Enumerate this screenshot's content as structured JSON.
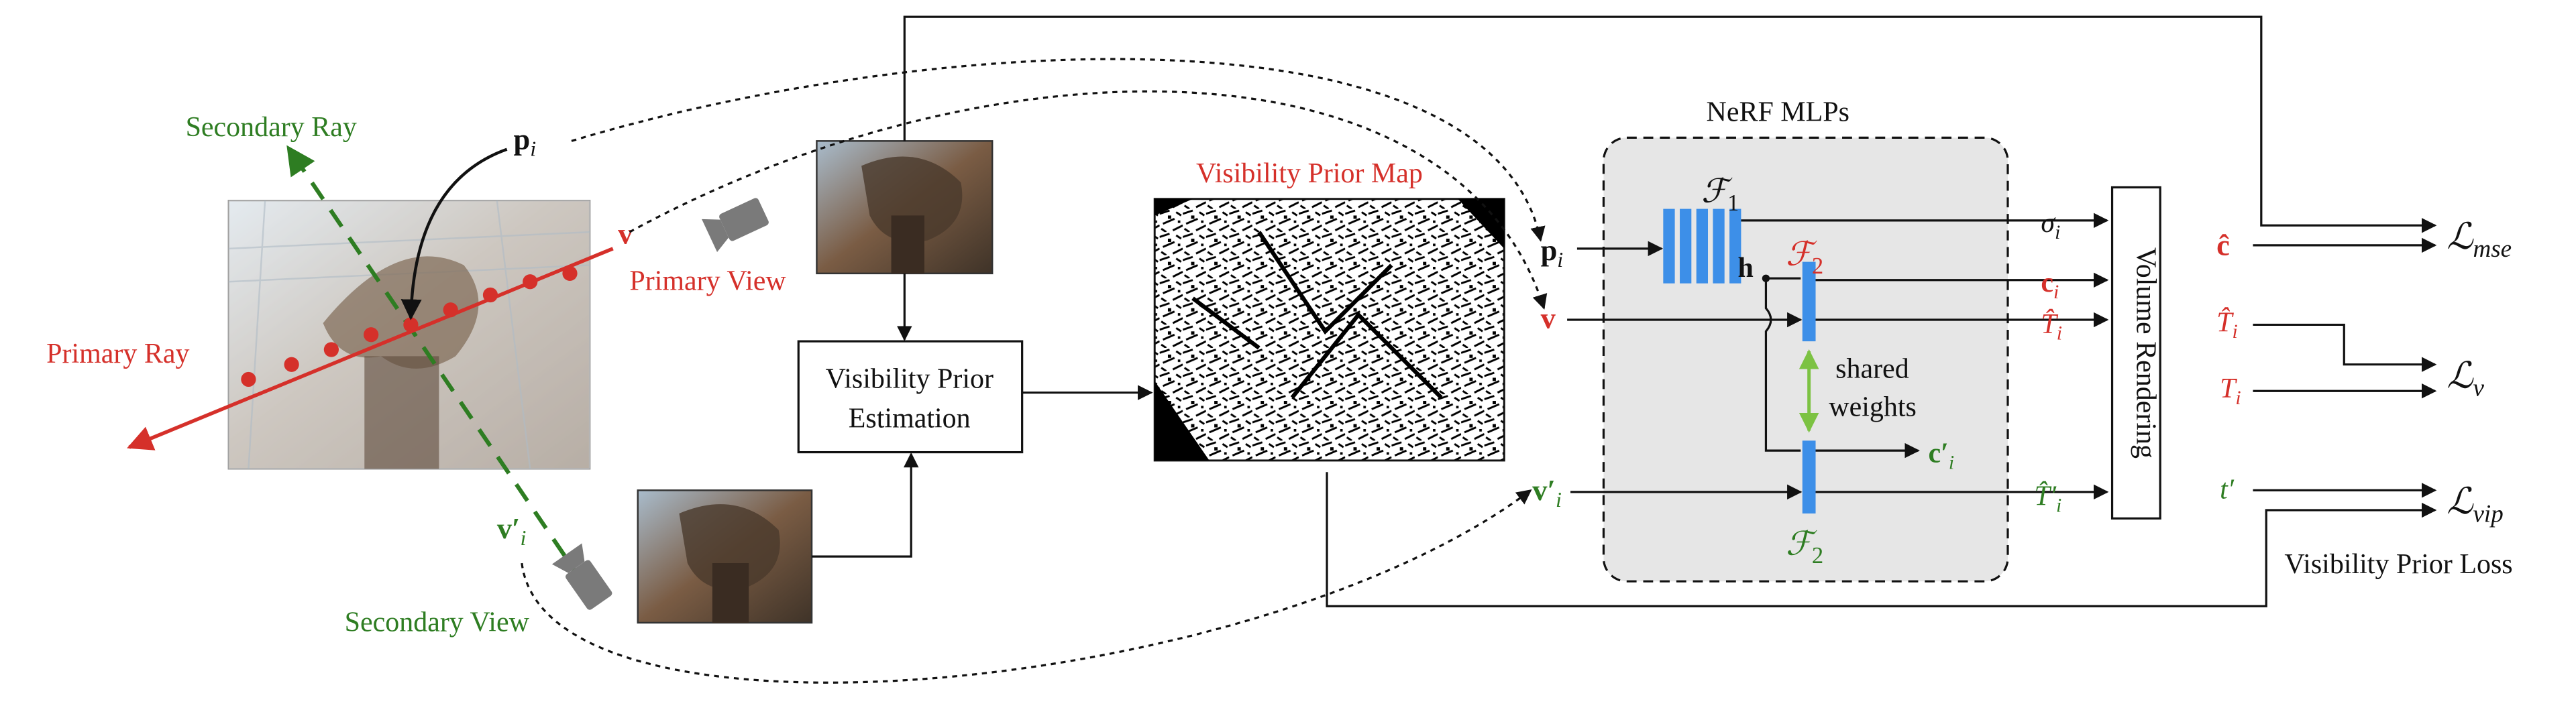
{
  "labels": {
    "secondary_ray": "Secondary Ray",
    "primary_ray": "Primary Ray",
    "primary_view": "Primary View",
    "secondary_view": "Secondary View",
    "p_i": "p",
    "p_i_sub": "i",
    "v": "v",
    "v_prime": "v′",
    "v_prime_sub": "i",
    "visibility_prior_map": "Visibility Prior Map",
    "visibility_prior_estimation_line1": "Visibility Prior",
    "visibility_prior_estimation_line2": "Estimation",
    "nerf_mlps": "NeRF MLPs",
    "f1": "ℱ",
    "f1_sub": "1",
    "f2_top": "ℱ",
    "f2_top_sub": "2",
    "f2_bottom": "ℱ",
    "f2_bottom_sub": "2",
    "h": "h",
    "shared_weights_line1": "shared",
    "shared_weights_line2": "weights",
    "sigma_i": "σ",
    "sigma_i_sub": "i",
    "c_i": "c",
    "c_i_sub": "i",
    "T_hat_i": "T̂",
    "T_hat_i_sub": "i",
    "c_prime_i": "c′",
    "c_prime_i_sub": "i",
    "T_hat_prime_i": "T̂′",
    "T_hat_prime_i_sub": "i",
    "volume_rendering": "Volume Rendering",
    "c_hat": "ĉ",
    "out_T_hat": "T̂",
    "out_T_hat_sub": "i",
    "out_T": "T",
    "out_T_sub": "i",
    "out_t_prime": "t′",
    "loss_mse": "ℒ",
    "loss_mse_sub": "mse",
    "loss_v": "ℒ",
    "loss_v_sub": "v",
    "loss_vip": "ℒ",
    "loss_vip_sub": "vip",
    "visibility_prior_loss": "Visibility Prior Loss"
  },
  "colors": {
    "red": "#d5302a",
    "green": "#2e7d22",
    "mlp_blue": "#3d8fe8",
    "shared_arrow_green": "#7cc242",
    "nerf_panel_fill": "#e6e6e6",
    "camera_gray": "#7a7a7a"
  },
  "icons": {
    "primary_camera": "camera-icon",
    "secondary_camera": "camera-icon"
  }
}
